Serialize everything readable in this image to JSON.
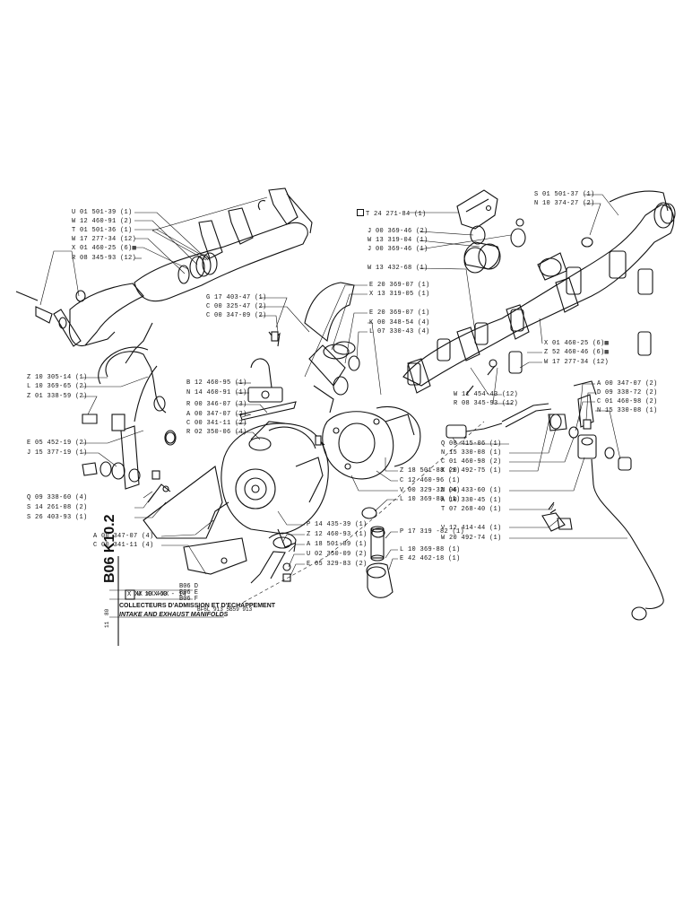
{
  "sheet": {
    "code": "B06 K10.2",
    "side_number": "11",
    "side_mark": "80"
  },
  "title_block": {
    "ref_pattern": "X XX XXX-XX",
    "checkbox_ref": "W 10 460 - 14",
    "variants": [
      "B06 D",
      "B06 E",
      "B06 F"
    ],
    "title_fr": "COLLECTEURS D'ADMISSION ET D'ECHAPPEMENT",
    "title_en": "INTAKE AND EXHAUST MANIFOLDS",
    "engines": "BF6L 913 5B59 913"
  },
  "labels_left": [
    "U 01 501-39 (1)",
    "W 12 460-91 (2)",
    "T 01 501-36 (1)",
    "W 17 277-34 (12)",
    "X 01 460-25 (6)▩",
    "R 08 345-93 (12)"
  ],
  "labels_midleft": [
    "Z 10 305-14 (1)",
    "L 10 369-65 (2)",
    "Z 01 338-59 (2)",
    "E 05 452-19 (2)",
    "J 15 377-19 (1)",
    "Q 09 338-60 (4)",
    "S 14 261-08 (2)",
    "S 26 403-93 (1)",
    "A 00 347-07 (4)",
    "C 00 341-11 (4)"
  ],
  "labels_center": [
    "G 17 403-47 (1)",
    "C 00 325-47 (2)",
    "C 00 347-09 (2)",
    "E 20 369-07 (1)",
    "X 13 319-05 (1)",
    "E 20 369-07 (1)",
    "K 00 348-54 (4)",
    "L 07 330-43 (4)",
    "B 12 460-95 (1)",
    "N 14 460-91 (1)",
    "R 00 346-07 (3)",
    "A 00 347-07 (2)",
    "C 00 341-11 (2)",
    "R 02 350-06 (4)"
  ],
  "labels_top_right": [
    "T 24 271-84 (1)",
    "J 00 369-46 (2)",
    "W 13 319-04 (1)",
    "J 00 369-46 (1)",
    "W 13 432-68 (1)",
    "S 01 501-37 (1)",
    "N 10 374-27 (2)"
  ],
  "labels_right": [
    "X 01 460-25 (6)▩",
    "Z 52 460-46 (6)▩",
    "W 17 277-34 (12)",
    "W 11 454-43 (12)",
    "R 08 345-93 (12)",
    "A 00 347-07 (2)",
    "D 09 338-72 (2)",
    "C 01 460-98 (2)",
    "N 15 330-08 (1)",
    "Q 00 415-06 (1)",
    "N 15 330-08 (1)",
    "C 01 460-98 (2)",
    "X 20 492-75 (1)",
    "N 06 433-60 (1)",
    "T 07 268-40 (1)",
    "A 10 330-45 (1)",
    "V 12 414-44 (1)",
    "W 20 492-74 (1)"
  ],
  "labels_lower": [
    "Z 18 501-88 (1)",
    "C 12 460-96 (1)",
    "V 00 329-32 (4)",
    "L 10 369-88 (1)",
    "P 14 435-39 (1)",
    "Z 12 460-93 (1)",
    "A 18 501-89 (1)",
    "U 02 350-09 (2)",
    "E 05 329-83 (2)",
    "P 17 319 -82 (1)",
    "L 10 369-88 (1)",
    "E 42 462-18 (1)"
  ]
}
